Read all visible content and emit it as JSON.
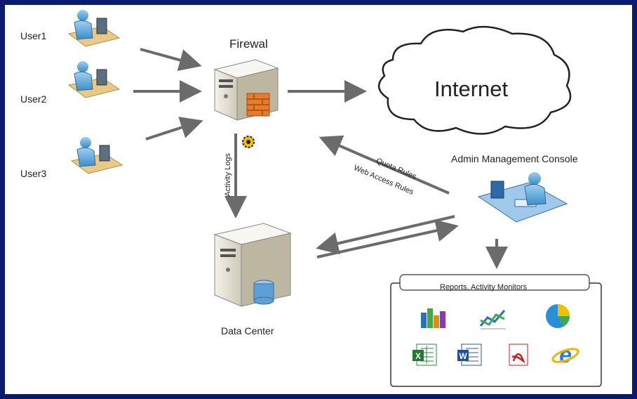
{
  "nodes": {
    "user1": "User1",
    "user2": "User2",
    "user3": "User3",
    "firewall": "Firewal",
    "internet": "Internet",
    "admin": "Admin Management Console",
    "datacenter": "Data Center",
    "reports": "Reports, Activity Monitors"
  },
  "edges": {
    "activity_logs": "Activity Logs",
    "quota_rules": "Quota Rules",
    "web_access_rules": "Web Access Rules"
  },
  "report_icons": [
    "bar-chart-icon",
    "line-chart-icon",
    "pie-chart-icon",
    "excel-icon",
    "word-icon",
    "pdf-icon",
    "ie-browser-icon"
  ],
  "colors": {
    "frame": "#0a1a6e",
    "arrow": "#6b6b6b",
    "server": "#e8e4d8",
    "accent": "#e87a2c"
  }
}
